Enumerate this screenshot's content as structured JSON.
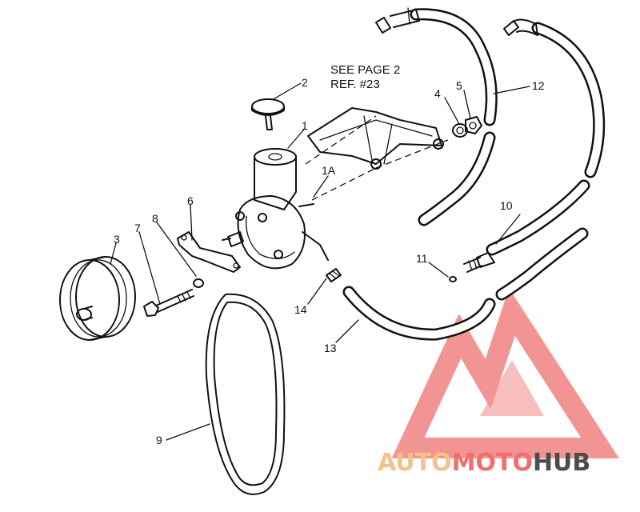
{
  "note": {
    "line1": "SEE PAGE 2",
    "line2": "REF. #23"
  },
  "callouts": [
    {
      "id": "1",
      "text": "1"
    },
    {
      "id": "1A",
      "text": "1A"
    },
    {
      "id": "2",
      "text": "2"
    },
    {
      "id": "3",
      "text": "3"
    },
    {
      "id": "4",
      "text": "4"
    },
    {
      "id": "5",
      "text": "5"
    },
    {
      "id": "6",
      "text": "6"
    },
    {
      "id": "7",
      "text": "7"
    },
    {
      "id": "8",
      "text": "8"
    },
    {
      "id": "9",
      "text": "9"
    },
    {
      "id": "10",
      "text": "10"
    },
    {
      "id": "11",
      "text": "11"
    },
    {
      "id": "12",
      "text": "12"
    },
    {
      "id": "13",
      "text": "13"
    },
    {
      "id": "14",
      "text": "14"
    }
  ],
  "watermark": {
    "part1": "AUTO",
    "part2": "MOTO",
    "part3": "HUB",
    "color_auto": "#f5c28a",
    "color_moto": "#f26d6d",
    "color_hub": "#4d4d4d",
    "logo_color": "#f07a7a"
  }
}
